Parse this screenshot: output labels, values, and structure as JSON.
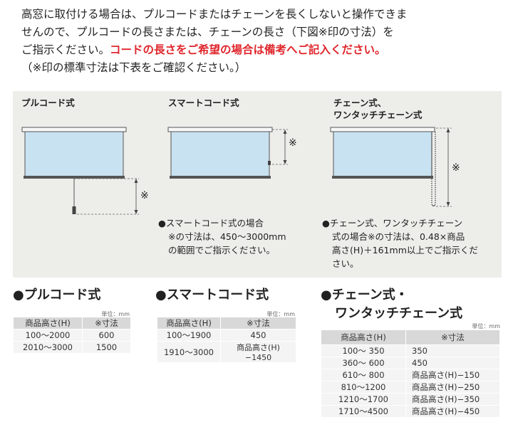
{
  "intro": {
    "line1": "高窓に取付ける場合は、プルコードまたはチェーンを長くしないと操作できま",
    "line2": "せんので、プルコードの長さまたは、チェーンの長さ（下図※印の寸法）を",
    "line3_black": "ご指示ください。",
    "line3_red": "コードの長さをご希望の場合は備考へご記入ください。",
    "line4": "（※印の標準寸法は下表をご確認ください。）"
  },
  "diagrams": {
    "pull": {
      "title": "プルコード式",
      "mark": "※"
    },
    "smart": {
      "title": "スマートコード式",
      "mark": "※",
      "note_line1": "●スマートコード式の場合",
      "note_line2": "※の寸法は、450〜3000mm",
      "note_line3": "の範囲でご指示ください。"
    },
    "chain": {
      "title_line1": "チェーン式、",
      "title_line2": "ワンタッチチェーン式",
      "mark": "※",
      "note_line1": "●チェーン式、ワンタッチチェーン",
      "note_line2": "式の場合※の寸法は、0.48×商品",
      "note_line3": "高さ(H)＋161mm以上でご指示くだ",
      "note_line4": "さい。"
    }
  },
  "tables": {
    "pull": {
      "heading": "●プルコード式",
      "unit": "単位：mm",
      "headers": [
        "商品高さ(H)",
        "※寸法"
      ],
      "rows": [
        [
          "100〜2000",
          "600"
        ],
        [
          "2010〜3000",
          "1500"
        ]
      ]
    },
    "smart": {
      "heading": "●スマートコード式",
      "unit": "単位：mm",
      "headers": [
        "商品高さ(H)",
        "※寸法"
      ],
      "rows": [
        [
          "100〜1900",
          "450"
        ],
        [
          "1910〜3000",
          "商品高さ(H)−1450"
        ]
      ]
    },
    "chain": {
      "heading_line1": "●チェーン式・",
      "heading_line2": "ワンタッチチェーン式",
      "unit": "単位：mm",
      "headers": [
        "商品高さ(H)",
        "※寸法"
      ],
      "rows": [
        [
          "100〜 350",
          "350"
        ],
        [
          "360〜 600",
          "450"
        ],
        [
          "610〜 800",
          "商品高さ(H)−150"
        ],
        [
          "810〜1200",
          "商品高さ(H)−250"
        ],
        [
          "1210〜1700",
          "商品高さ(H)−350"
        ],
        [
          "1710〜4500",
          "商品高さ(H)−450"
        ]
      ]
    }
  },
  "colors": {
    "accent_red": "#e0262c",
    "screen_blue": "#c9e2f1",
    "panel_gray": "#ededea"
  }
}
